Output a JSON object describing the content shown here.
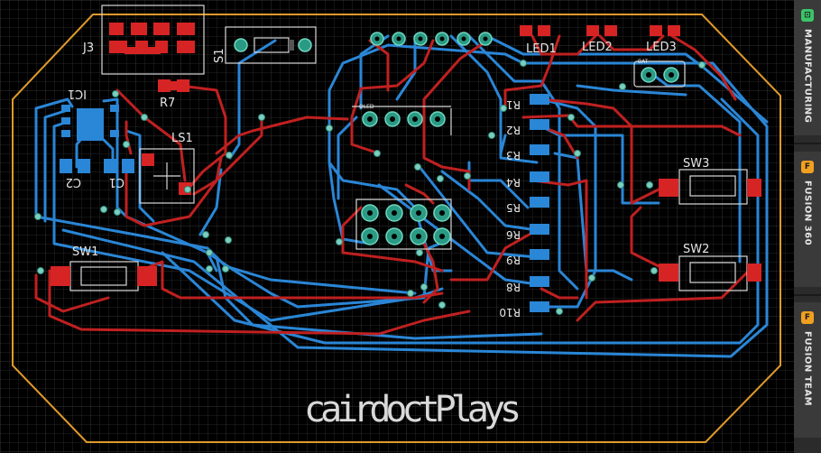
{
  "board": {
    "brand_text": "cairdoctPlays",
    "colors": {
      "background": "#000000",
      "grid": "#2a2a2a",
      "outline": "#e09a2a",
      "top_copper": "#c02020",
      "bottom_copper": "#2a86d6",
      "via": "#7ccfbf",
      "silkscreen": "#d8d8d8"
    },
    "components": {
      "j3": "J3",
      "s1": "S1",
      "r7": "R7",
      "ic1": "IC1",
      "c2": "C2",
      "c1": "C1",
      "ls1": "LS1",
      "led1": "LED1",
      "led2": "LED2",
      "led3": "LED3",
      "bat": "BAT",
      "oled": "OLED",
      "sw1": "SW1",
      "sw2": "SW2",
      "sw3": "SW3"
    },
    "resistors": [
      "R1",
      "R2",
      "R3",
      "R4",
      "R5",
      "R6",
      "R9",
      "R8",
      "R10"
    ]
  },
  "side_panel": {
    "tabs": [
      {
        "label": "MANUFACTURING",
        "icon": "manufacturing-icon",
        "icon_glyph": "⊡",
        "color": "#3cc46a"
      },
      {
        "label": "FUSION 360",
        "icon": "fusion-360-icon",
        "icon_glyph": "F",
        "color": "#f0a020"
      },
      {
        "label": "FUSION TEAM",
        "icon": "fusion-team-icon",
        "icon_glyph": "F",
        "color": "#f0a020"
      }
    ]
  }
}
